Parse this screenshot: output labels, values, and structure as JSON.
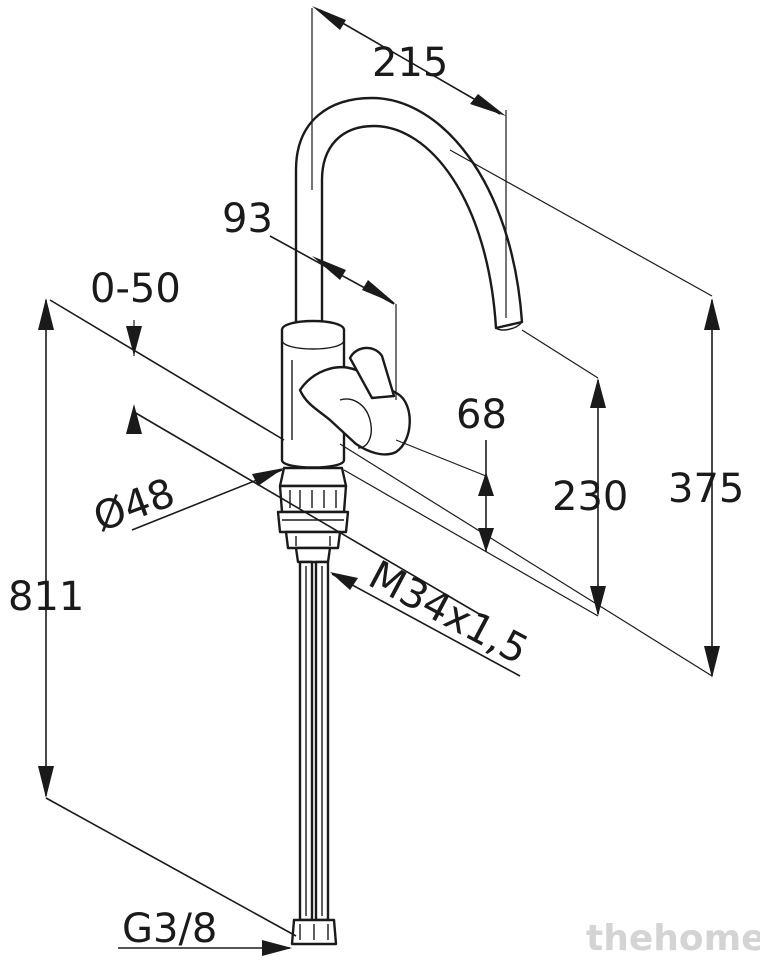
{
  "dimensions": {
    "d215": "215",
    "d93": "93",
    "d0_50": "0-50",
    "d68": "68",
    "d230": "230",
    "d375": "375",
    "d48": "Ø48",
    "m34": "M34x1,5",
    "d811": "811",
    "g38": "G3/8"
  },
  "watermark": "thehome",
  "colors": {
    "ink": "#1a1a1a",
    "watermark": "#d4d4d4"
  }
}
